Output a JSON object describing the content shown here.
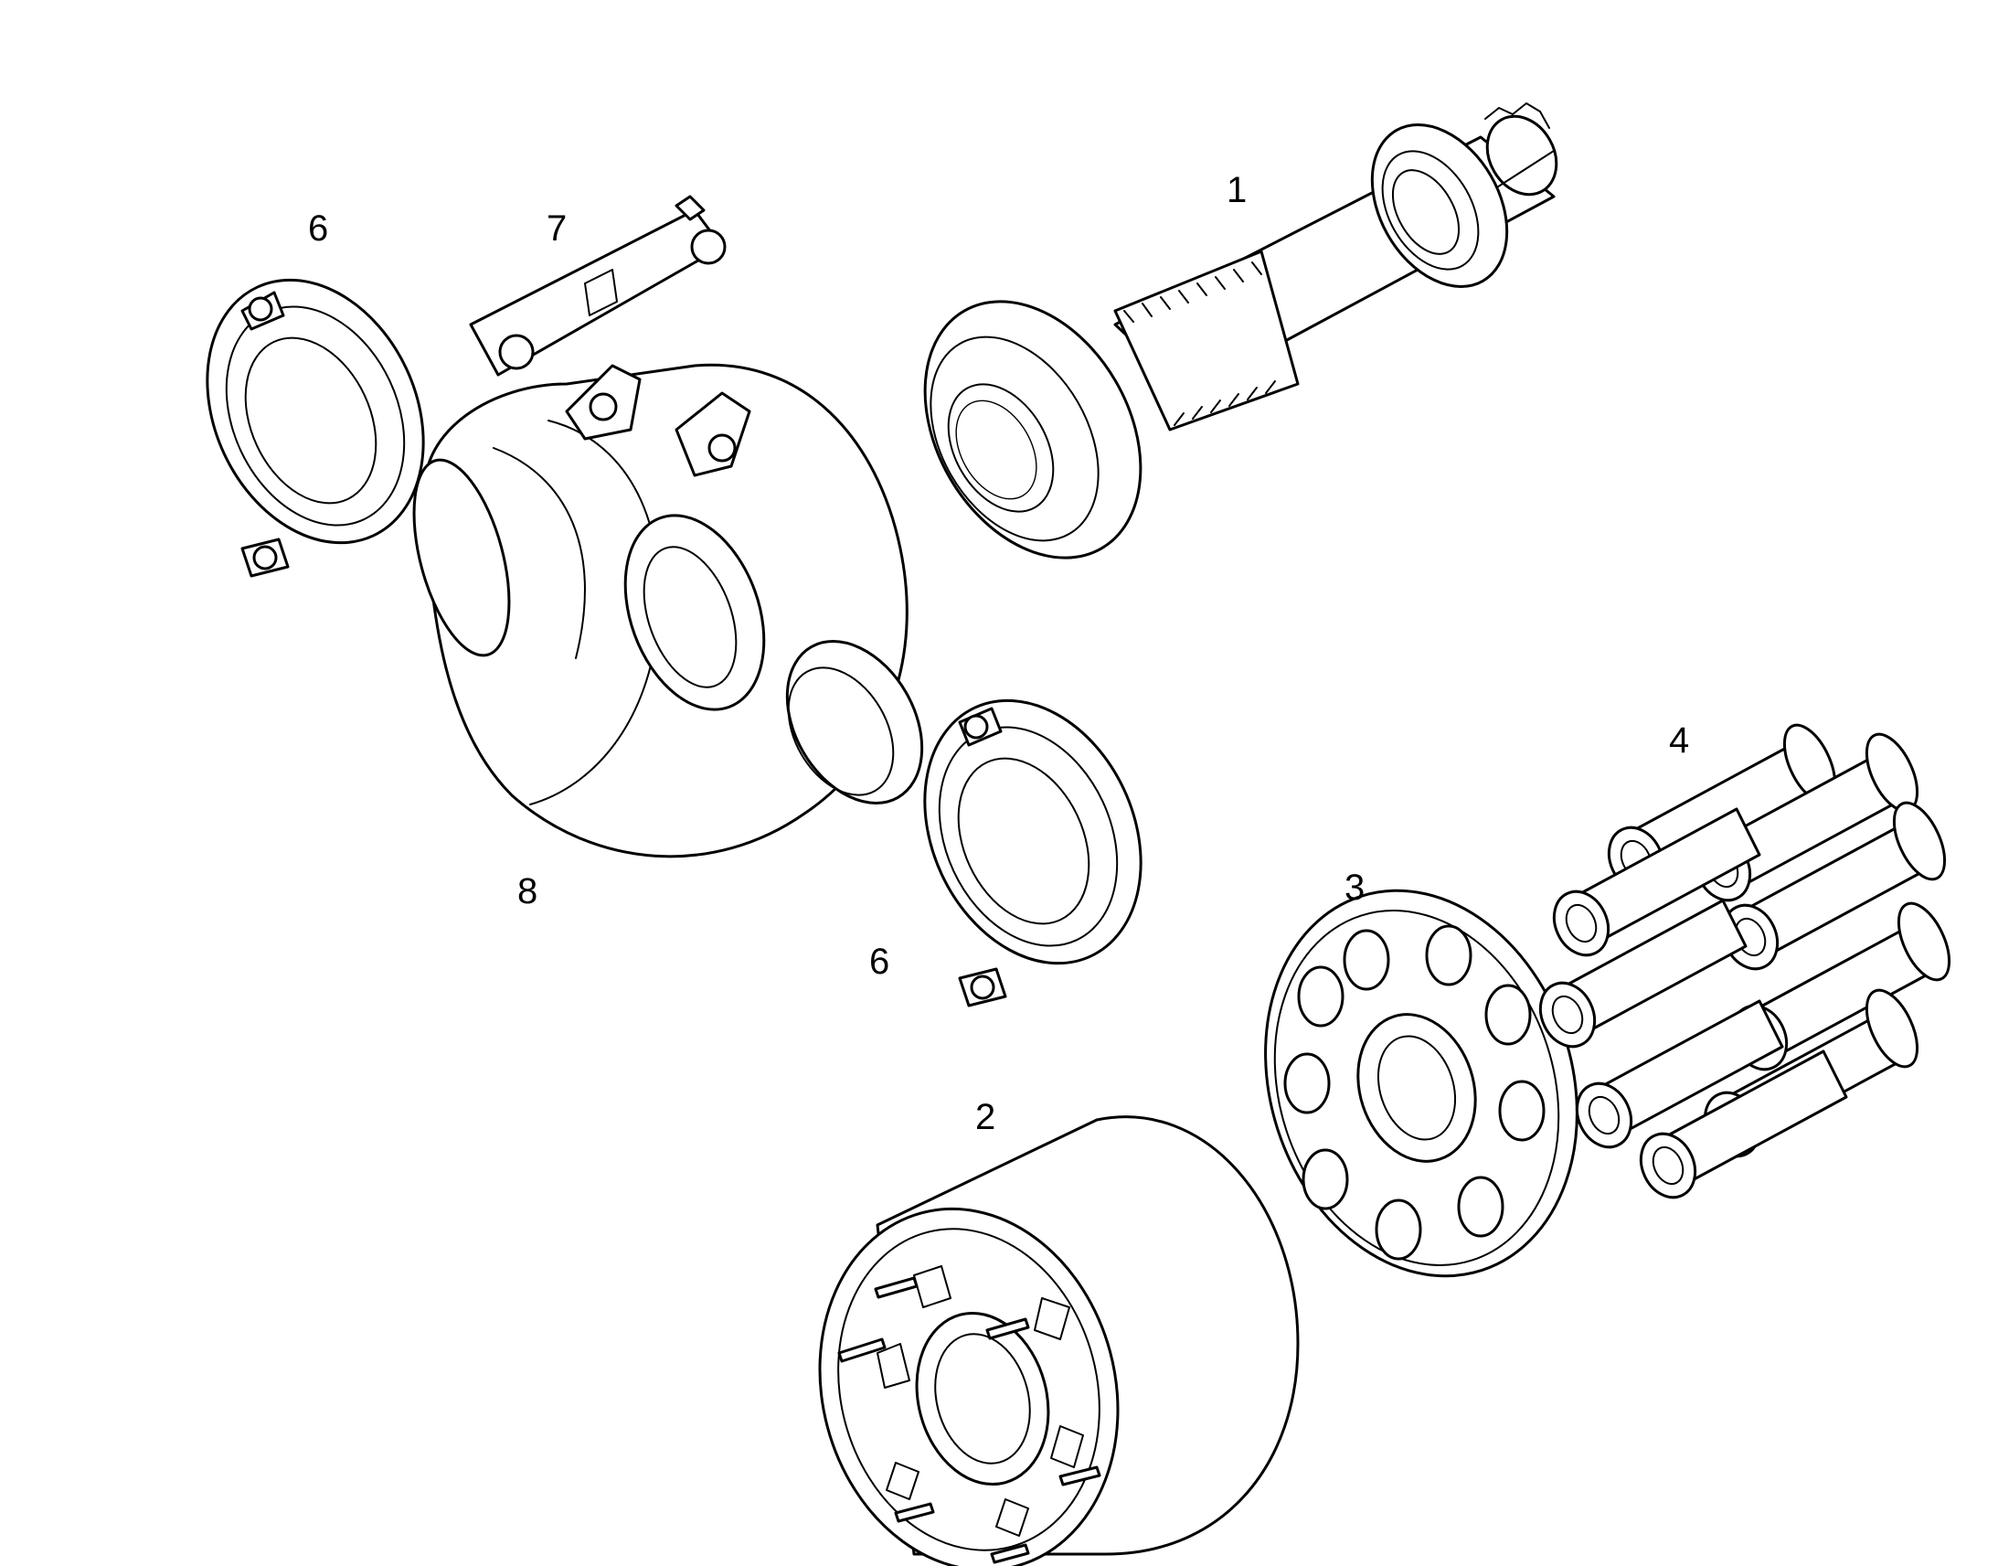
{
  "labels": {
    "shaft": "1",
    "cylinder_block": "2",
    "retaining_plate": "3",
    "pistons": "4",
    "bearing_upper": "6",
    "bearing_lower": "6",
    "lever": "7",
    "swashplate": "8"
  }
}
